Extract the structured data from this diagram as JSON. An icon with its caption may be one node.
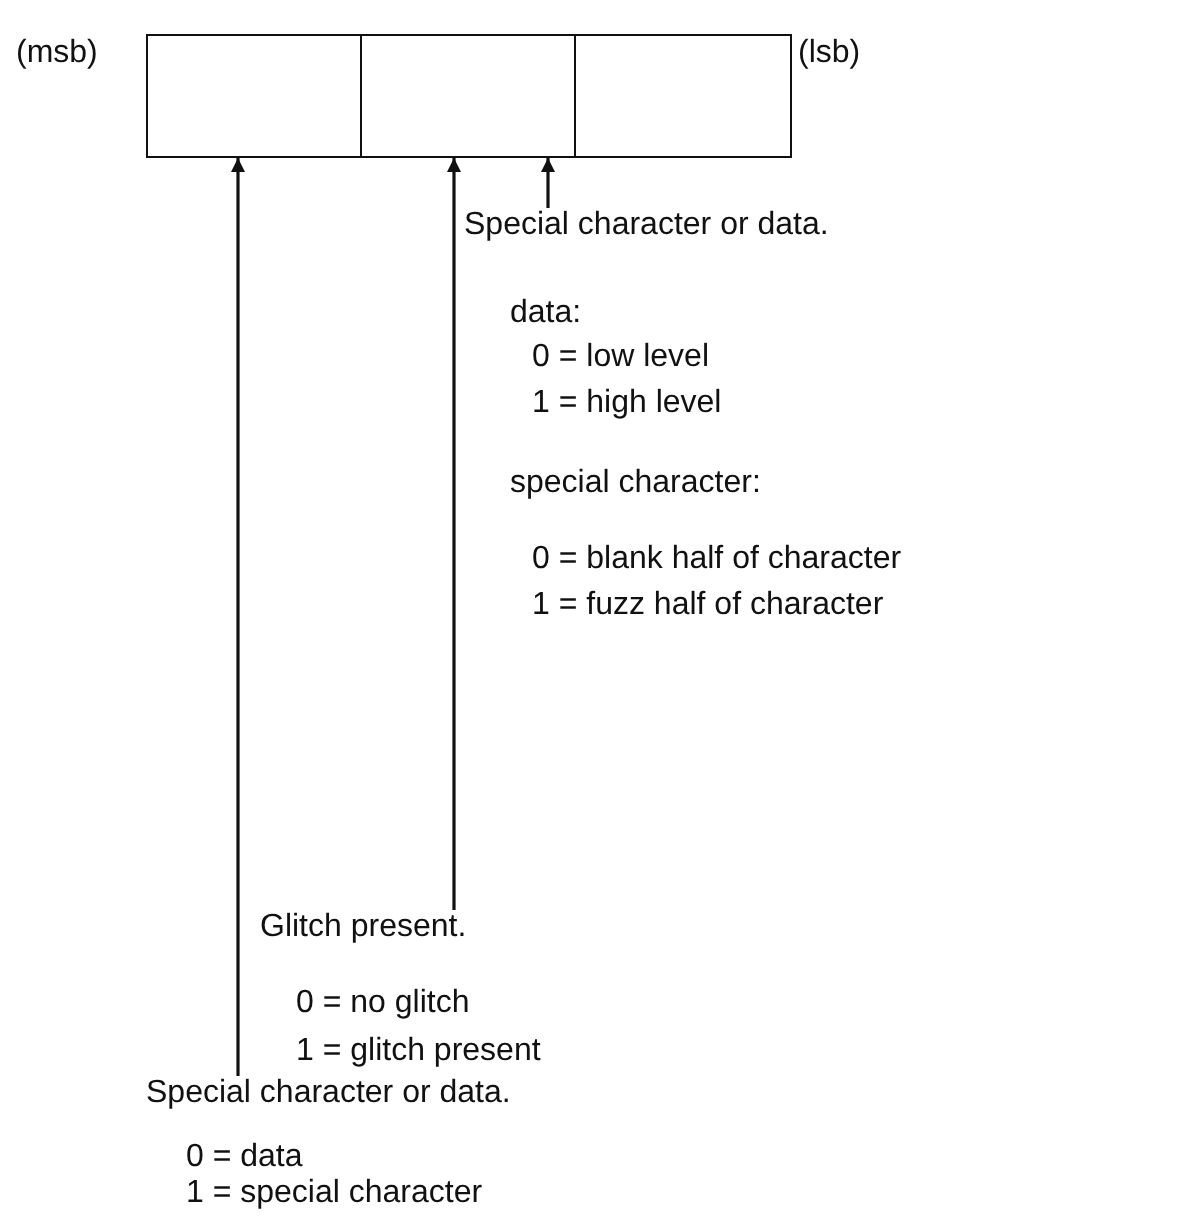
{
  "diagram": {
    "nodes": [
      {
        "text": [],
        "shape": "box",
        "beside": [
          "(msb)"
        ]
      },
      {
        "text": [],
        "shape": "box"
      },
      {
        "text": [],
        "shape": "box",
        "beside": [
          "(lsb)"
        ]
      },
      {
        "text": [
          "Special character or data."
        ]
      },
      {
        "text": [
          "Glitch present."
        ]
      },
      {
        "text": [
          "Special character or data."
        ]
      }
    ],
    "edges": [
      {
        "from": 3,
        "to": 2,
        "arrow": "to"
      },
      {
        "from": 4,
        "to": 1,
        "arrow": "to"
      },
      {
        "from": 5,
        "to": 0,
        "arrow": "to"
      }
    ],
    "labels": [
      "data:",
      "0 = low level",
      "1 = high level",
      "special character:",
      "0 = blank half of character",
      "1 = fuzz half of character",
      "0 = no glitch",
      "1 = glitch present",
      "0 = data",
      "1 = special character"
    ]
  }
}
